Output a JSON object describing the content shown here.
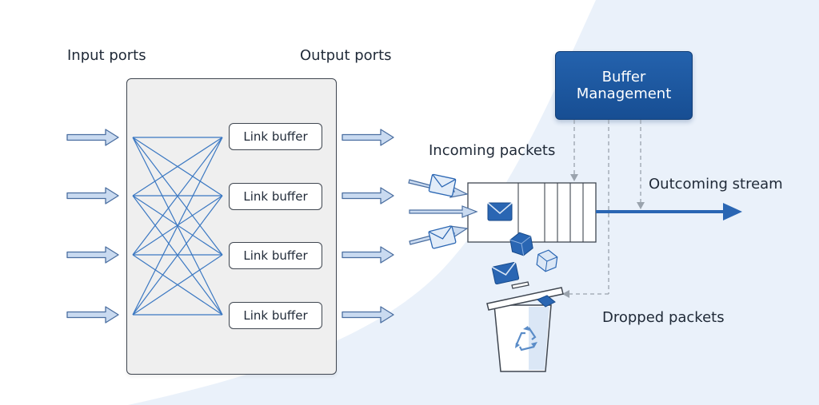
{
  "labels": {
    "input_ports": "Input ports",
    "output_ports": "Output ports",
    "incoming_packets": "Incoming packets",
    "outcoming_stream": "Outcoming stream",
    "dropped_packets": "Dropped packets"
  },
  "link_buffers": [
    "Link buffer",
    "Link buffer",
    "Link buffer",
    "Link buffer"
  ],
  "buffer_management": {
    "line1": "Buffer",
    "line2": "Management"
  },
  "colors": {
    "accent_blue": "#2a66b3",
    "arrow_fill": "#c9daf0",
    "arrow_stroke": "#4a6ea0",
    "mesh_line": "#3b78c2"
  },
  "icons": [
    "envelope-icon",
    "cube-icon",
    "trash-bin-icon",
    "recycle-icon"
  ]
}
